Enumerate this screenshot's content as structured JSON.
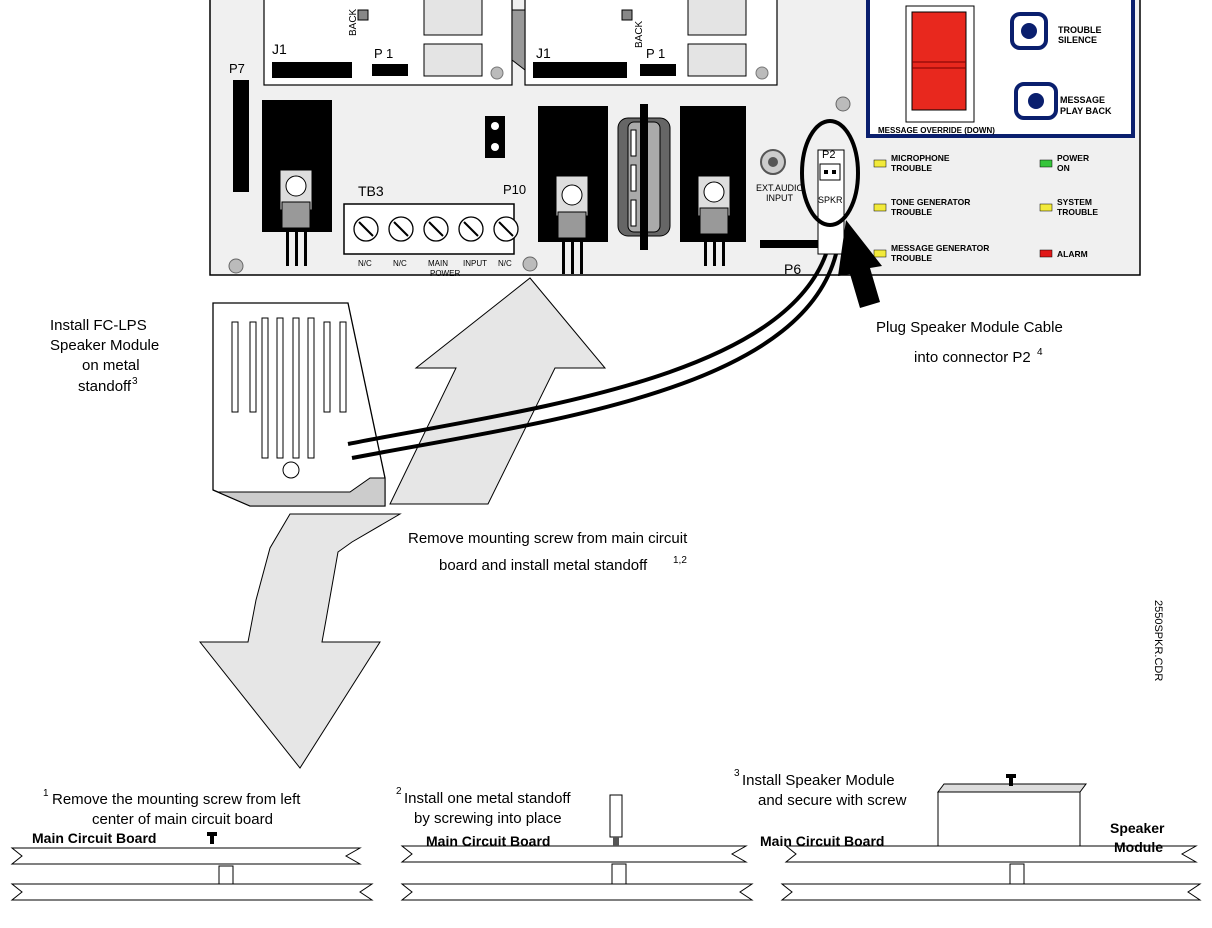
{
  "board": {
    "j1_left": "J1",
    "p1_left": "P 1",
    "j1_mid": "J1",
    "p1_mid": "P 1",
    "back_left": "BACK",
    "back_mid": "BACK",
    "p7": "P7",
    "tb3": "TB3",
    "p10": "P10",
    "p6": "P6",
    "p2": "P2",
    "spkr": "SPKR",
    "ext_audio_1": "EXT.AUDIO",
    "ext_audio_2": "INPUT",
    "tb3_labels": [
      "N/C",
      "N/C",
      "MAIN",
      "INPUT",
      "N/C"
    ],
    "tb3_power": "POWER"
  },
  "panel": {
    "trouble_silence_1": "TROUBLE",
    "trouble_silence_2": "SILENCE",
    "message_playback_1": "MESSAGE",
    "message_playback_2": "PLAY BACK",
    "override": "MESSAGE OVERRIDE (DOWN)",
    "leds": [
      {
        "l1": "MICROPHONE",
        "l2": "TROUBLE",
        "color": "#f2ea3a"
      },
      {
        "l1": "TONE GENERATOR",
        "l2": "TROUBLE",
        "color": "#f2ea3a"
      },
      {
        "l1": "MESSAGE GENERATOR",
        "l2": "TROUBLE",
        "color": "#f2ea3a"
      },
      {
        "l1": "POWER",
        "l2": "ON",
        "color": "#35c53a"
      },
      {
        "l1": "SYSTEM",
        "l2": "TROUBLE",
        "color": "#f2ea3a"
      },
      {
        "l1": "ALARM",
        "l2": "",
        "color": "#e01818"
      }
    ]
  },
  "captions": {
    "install_1": "Install FC-LPS",
    "install_2": "Speaker Module",
    "install_3": "on metal",
    "install_4": "standoff",
    "install_sup": "3",
    "plug_1": "Plug Speaker Module Cable",
    "plug_2": "into connector P2",
    "plug_sup": "4",
    "remove_1": "Remove mounting screw from main circuit",
    "remove_2": "board and install metal standoff",
    "remove_sup": "1,2",
    "file_id": "2550SPKR.CDR"
  },
  "steps": [
    {
      "sup": "1",
      "line1": "Remove the mounting screw from left",
      "line2": "center of main circuit board",
      "board": "Main Circuit Board"
    },
    {
      "sup": "2",
      "line1": "Install one metal standoff",
      "line2": "by screwing into place",
      "board": "Main Circuit Board"
    },
    {
      "sup": "3",
      "line1": "Install Speaker Module",
      "line2": "and secure with screw",
      "board": "Main Circuit Board",
      "extra1": "Speaker",
      "extra2": "Module"
    }
  ],
  "colors": {
    "panel_border": "#0a1f6e",
    "override_red": "#e8281e",
    "board_bg": "#f0f0f0",
    "arrow_fill": "#e6e6e6"
  }
}
